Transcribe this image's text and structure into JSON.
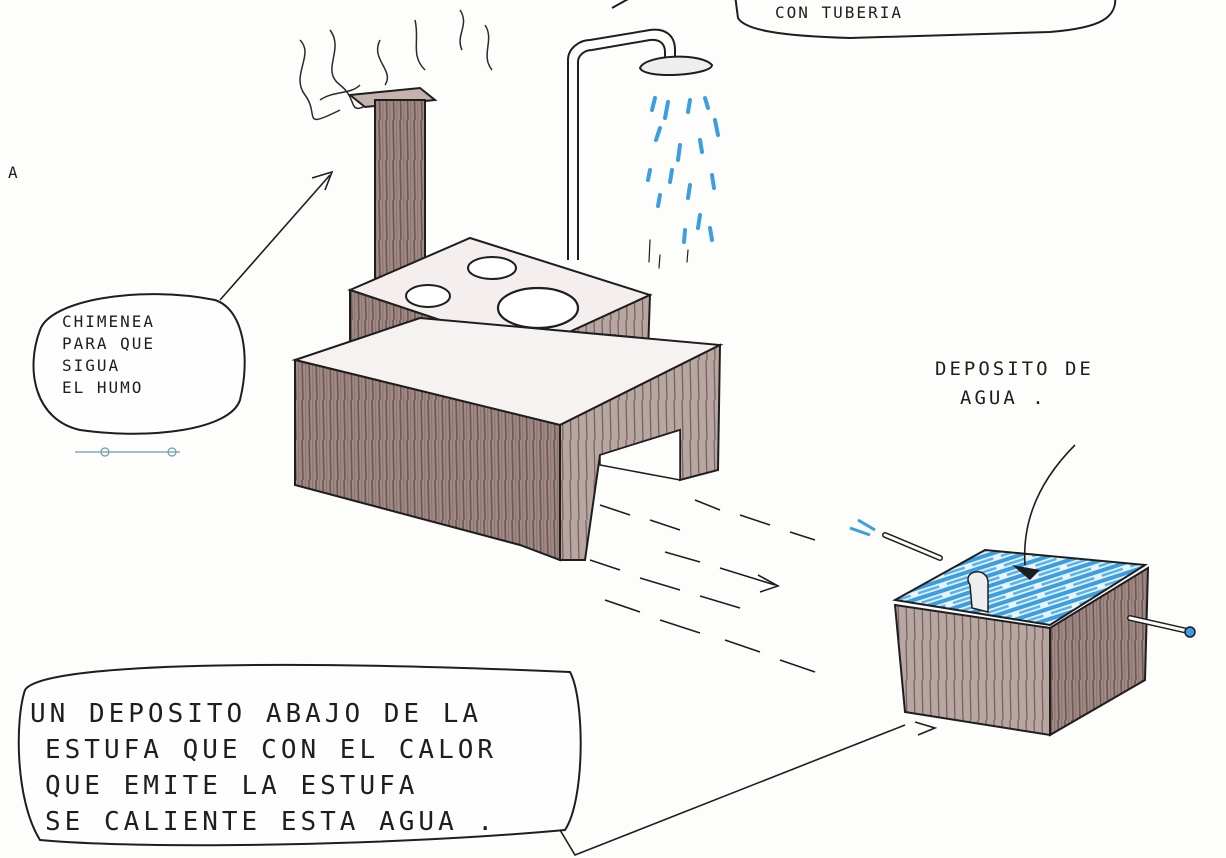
{
  "labels": {
    "pipe_note": "CON TUBERIA",
    "chimney_note": [
      "CHIMENEA",
      "PARA QUE",
      "SIGUA",
      "EL HUMO"
    ],
    "tank_note": [
      "DEPOSITO DE",
      "AGUA ."
    ],
    "deposit_note": [
      "UN DEPOSITO ABAJO DE LA",
      "ESTUFA QUE CON EL CALOR",
      "QUE EMITE LA ESTUFA",
      "SE CALIENTE ESTA AGUA ."
    ],
    "edge_fragment": "A"
  },
  "colors": {
    "ink": "#1e1e1e",
    "marker_brown": "#8a6f6a",
    "water_blue": "#3a9ee0",
    "paper": "#fdfdfb"
  }
}
